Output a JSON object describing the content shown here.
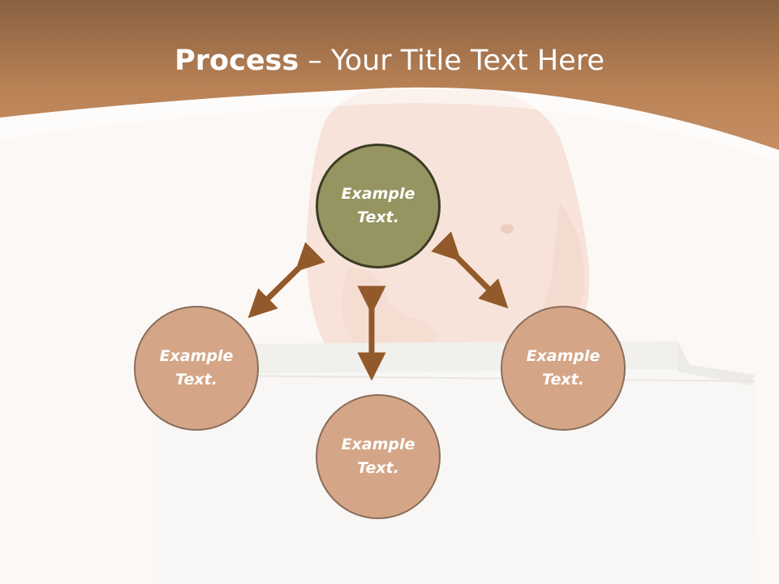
{
  "slide": {
    "title_bold": "Process",
    "title_rest": " – Your Title Text Here"
  },
  "diagram": {
    "nodes": [
      {
        "id": "top",
        "label": "Example\nText."
      },
      {
        "id": "left",
        "label": "Example\nText."
      },
      {
        "id": "bottom",
        "label": "Example\nText."
      },
      {
        "id": "right",
        "label": "Example\nText."
      }
    ]
  },
  "colors": {
    "header": "#b98256",
    "main_node": "#969561",
    "sub_node": "#d4a687",
    "arrow": "#92592a"
  }
}
